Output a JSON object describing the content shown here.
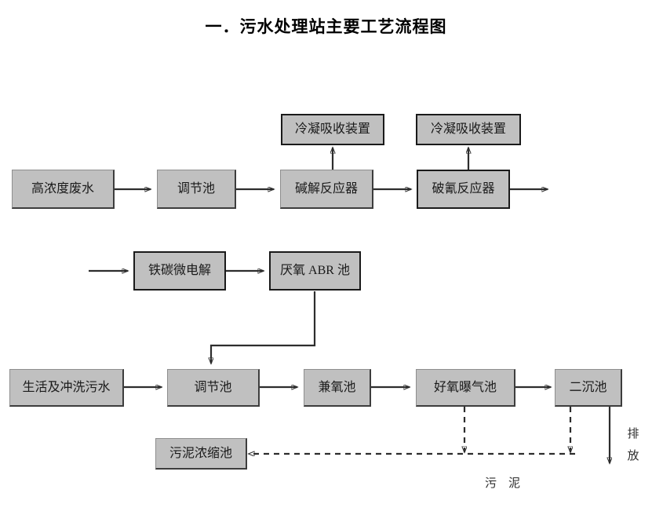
{
  "page": {
    "title": "一．污水处理站主要工艺流程图",
    "background": "#ffffff",
    "node_fill": "#c0c0c0",
    "node_border": "#3d3d3d",
    "line_color": "#2d2d2d"
  },
  "nodes": {
    "condenser_left": {
      "label": "冷凝吸收装置"
    },
    "condenser_right": {
      "label": "冷凝吸收装置"
    },
    "high_conc_wastewater": {
      "label": "高浓度废水"
    },
    "regulating_tank_1": {
      "label": "调节池"
    },
    "alkaline_reactor": {
      "label": "碱解反应器"
    },
    "cyanide_breaking_reactor": {
      "label": "破氰反应器"
    },
    "iron_carbon_microelectrolysis": {
      "label": "铁碳微电解"
    },
    "anaerobic_abr_tank": {
      "label": "厌氧 ABR 池"
    },
    "domestic_flush_sewage": {
      "label": "生活及冲洗污水"
    },
    "regulating_tank_2": {
      "label": "调节池"
    },
    "facultative_tank": {
      "label": "兼氧池"
    },
    "aerobic_aeration_tank": {
      "label": "好氧曝气池"
    },
    "secondary_settling_tank": {
      "label": "二沉池"
    },
    "sludge_thickening_tank": {
      "label": "污泥浓缩池"
    }
  },
  "annotations": {
    "sludge": "污　泥",
    "discharge_line1": "排",
    "discharge_line2": "放"
  },
  "flow": {
    "row1": [
      "高浓度废水",
      "调节池",
      "碱解反应器",
      "破氰反应器"
    ],
    "row2": [
      "铁碳微电解",
      "厌氧 ABR 池"
    ],
    "row3": [
      "生活及冲洗污水",
      "调节池",
      "兼氧池",
      "好氧曝气池",
      "二沉池"
    ],
    "sludge_return": [
      "好氧曝气池",
      "二沉池",
      "污泥浓缩池"
    ]
  }
}
